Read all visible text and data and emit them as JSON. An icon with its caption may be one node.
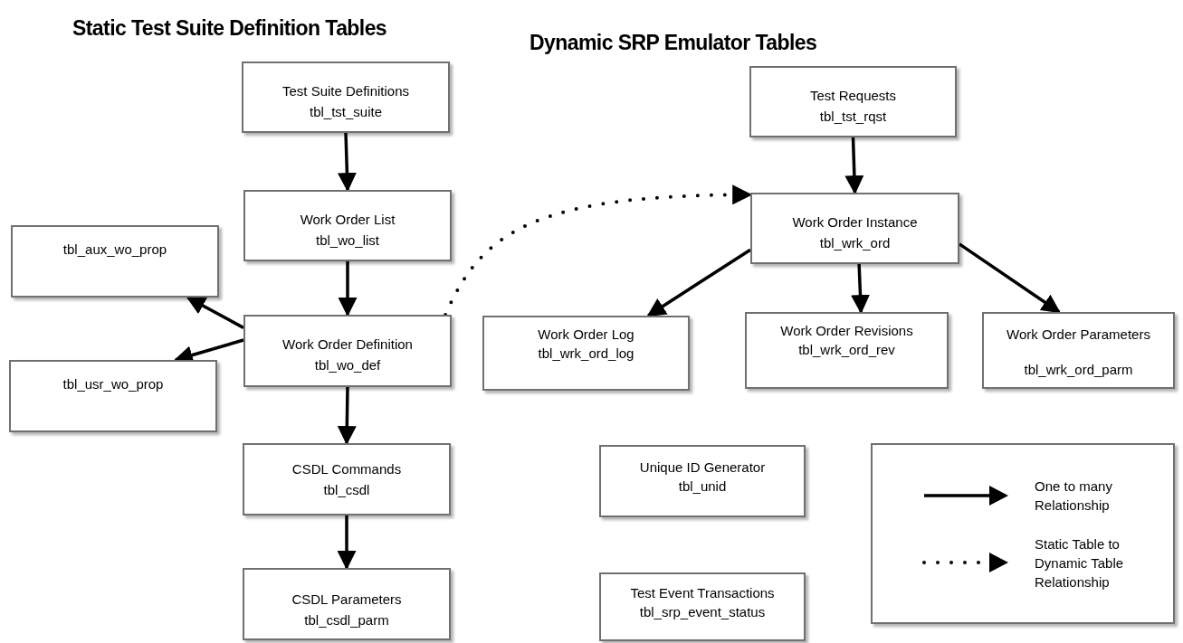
{
  "diagram": {
    "title": "Static Test Suite Definition Tables",
    "nodes": [
      {
        "text": [
          "Test Suite Definitions",
          "tbl_tst_suite"
        ]
      },
      {
        "text": [
          "Test Requests",
          "tbl_tst_rqst"
        ]
      },
      {
        "text": [
          "Work Order List",
          "tbl_wo_list"
        ]
      },
      {
        "text": [
          "Work Order Instance",
          "tbl_wrk_ord"
        ]
      },
      {
        "text": [
          "tbl_aux_wo_prop"
        ]
      },
      {
        "text": [
          "Work Order Definition",
          "tbl_wo_def"
        ]
      },
      {
        "text": [
          "Work Order Log",
          "tbl_wrk_ord_log"
        ]
      },
      {
        "text": [
          "Work Order Revisions",
          "tbl_wrk_ord_rev"
        ]
      },
      {
        "text": [
          "Work Order Parameters",
          "tbl_wrk_ord_parm"
        ]
      },
      {
        "text": [
          "tbl_usr_wo_prop"
        ]
      },
      {
        "text": [
          "CSDL Commands",
          "tbl_csdl"
        ]
      },
      {
        "text": [
          "Unique ID Generator",
          "tbl_unid"
        ]
      },
      {
        "text": [
          "CSDL Parameters",
          "tbl_csdl_parm"
        ]
      },
      {
        "text": [
          "Test Event Transactions",
          "tbl_srp_event_status"
        ]
      }
    ],
    "edges": [
      {
        "from": 0,
        "to": 2,
        "arrow": "to"
      },
      {
        "from": 2,
        "to": 5,
        "arrow": "to"
      },
      {
        "from": 5,
        "to": 10,
        "arrow": "to"
      },
      {
        "from": 10,
        "to": 12,
        "arrow": "to"
      },
      {
        "from": 1,
        "to": 3,
        "arrow": "to"
      },
      {
        "from": 3,
        "to": 6,
        "arrow": "to"
      },
      {
        "from": 3,
        "to": 7,
        "arrow": "to"
      },
      {
        "from": 3,
        "to": 8,
        "arrow": "to"
      },
      {
        "from": 5,
        "to": 4,
        "arrow": "to"
      },
      {
        "from": 5,
        "to": 9,
        "arrow": "to"
      },
      {
        "from": 5,
        "to": 3,
        "arrow": "to",
        "style": "dashed"
      }
    ],
    "labels": [
      "Dynamic SRP Emulator Tables"
    ],
    "legend": [
      {
        "text": "One to many Relationship"
      },
      {
        "text": "Static Table to Dynamic Table Relationship"
      }
    ]
  }
}
